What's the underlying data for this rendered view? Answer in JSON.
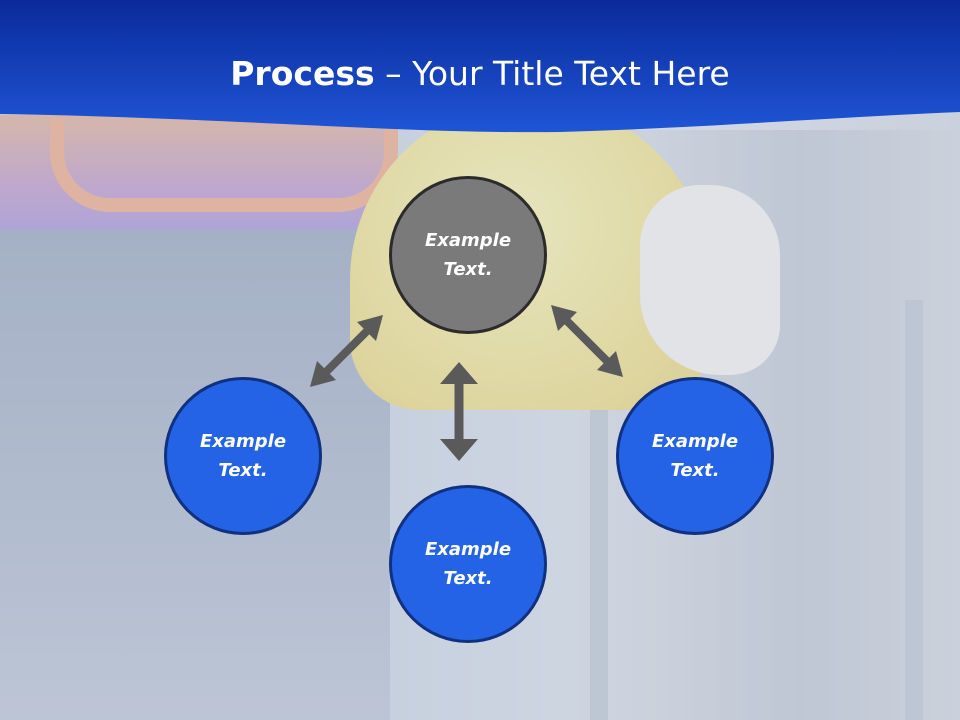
{
  "slide": {
    "title_bold": "Process",
    "title_rest": " – Your Title Text Here"
  },
  "nodes": {
    "top": {
      "line1": "Example",
      "line2": "Text."
    },
    "left": {
      "line1": "Example",
      "line2": "Text."
    },
    "right": {
      "line1": "Example",
      "line2": "Text."
    },
    "bottom": {
      "line1": "Example",
      "line2": "Text."
    }
  },
  "colors": {
    "header_blue": "#0a2fa8",
    "node_blue": "#2563e6",
    "node_grey": "#7a7a7a",
    "arrow": "#5a5a5a"
  }
}
